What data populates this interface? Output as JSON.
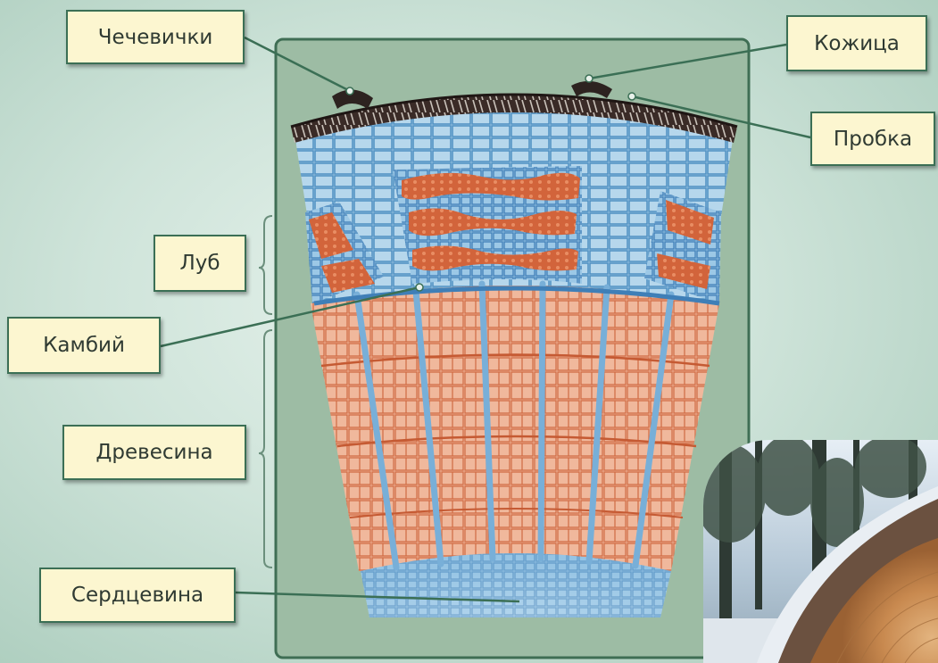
{
  "labels": {
    "lenticels": "Чечевички",
    "epidermis": "Кожица",
    "cork": "Пробка",
    "bast": "Луб",
    "cambium": "Камбий",
    "wood": "Древесина",
    "pith": "Сердцевина"
  },
  "colors": {
    "panel": "#9dbca4",
    "panel_border": "#3f6e54",
    "cell_blue": "#5f9fcb",
    "cell_blue_light": "#a7cde6",
    "cell_orange": "#e49a78",
    "cell_dark_orange": "#c9532b",
    "bark_dark": "#2a1f1c",
    "label_bg": "#fcf6d0",
    "leader_line": "#3b6f55"
  }
}
